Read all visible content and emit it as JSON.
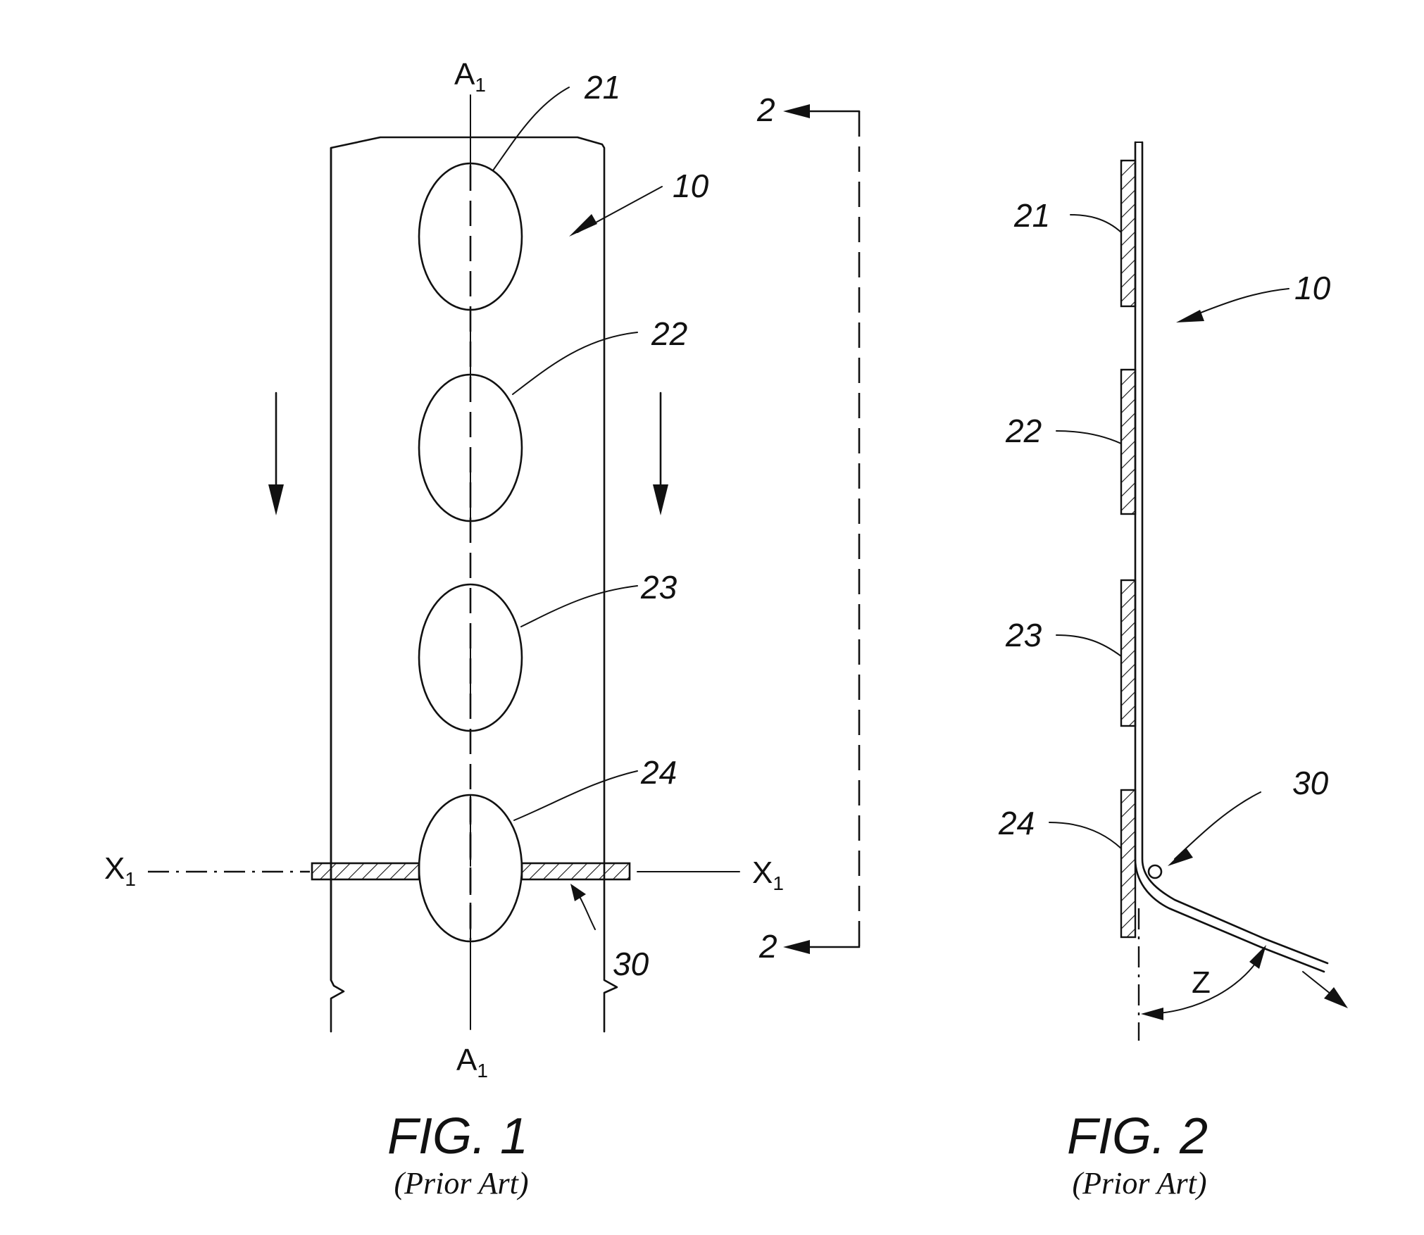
{
  "figure1": {
    "title": "FIG. 1",
    "subtitle": "(Prior Art)",
    "axis_top": {
      "letter": "A",
      "sub": "1"
    },
    "axis_bottom": {
      "letter": "A",
      "sub": "1"
    },
    "axis_left": {
      "letter": "X",
      "sub": "1"
    },
    "axis_right": {
      "letter": "X",
      "sub": "1"
    },
    "ref_strip": "10",
    "ref_element_1": "21",
    "ref_element_2": "22",
    "ref_element_3": "23",
    "ref_element_4": "24",
    "ref_fold": "30",
    "section_top": "2",
    "section_bottom": "2"
  },
  "figure2": {
    "title": "FIG. 2",
    "subtitle": "(Prior Art)",
    "ref_strip": "10",
    "ref_element_1": "21",
    "ref_element_2": "22",
    "ref_element_3": "23",
    "ref_element_4": "24",
    "ref_fold": "30",
    "angle_label": "Z"
  }
}
